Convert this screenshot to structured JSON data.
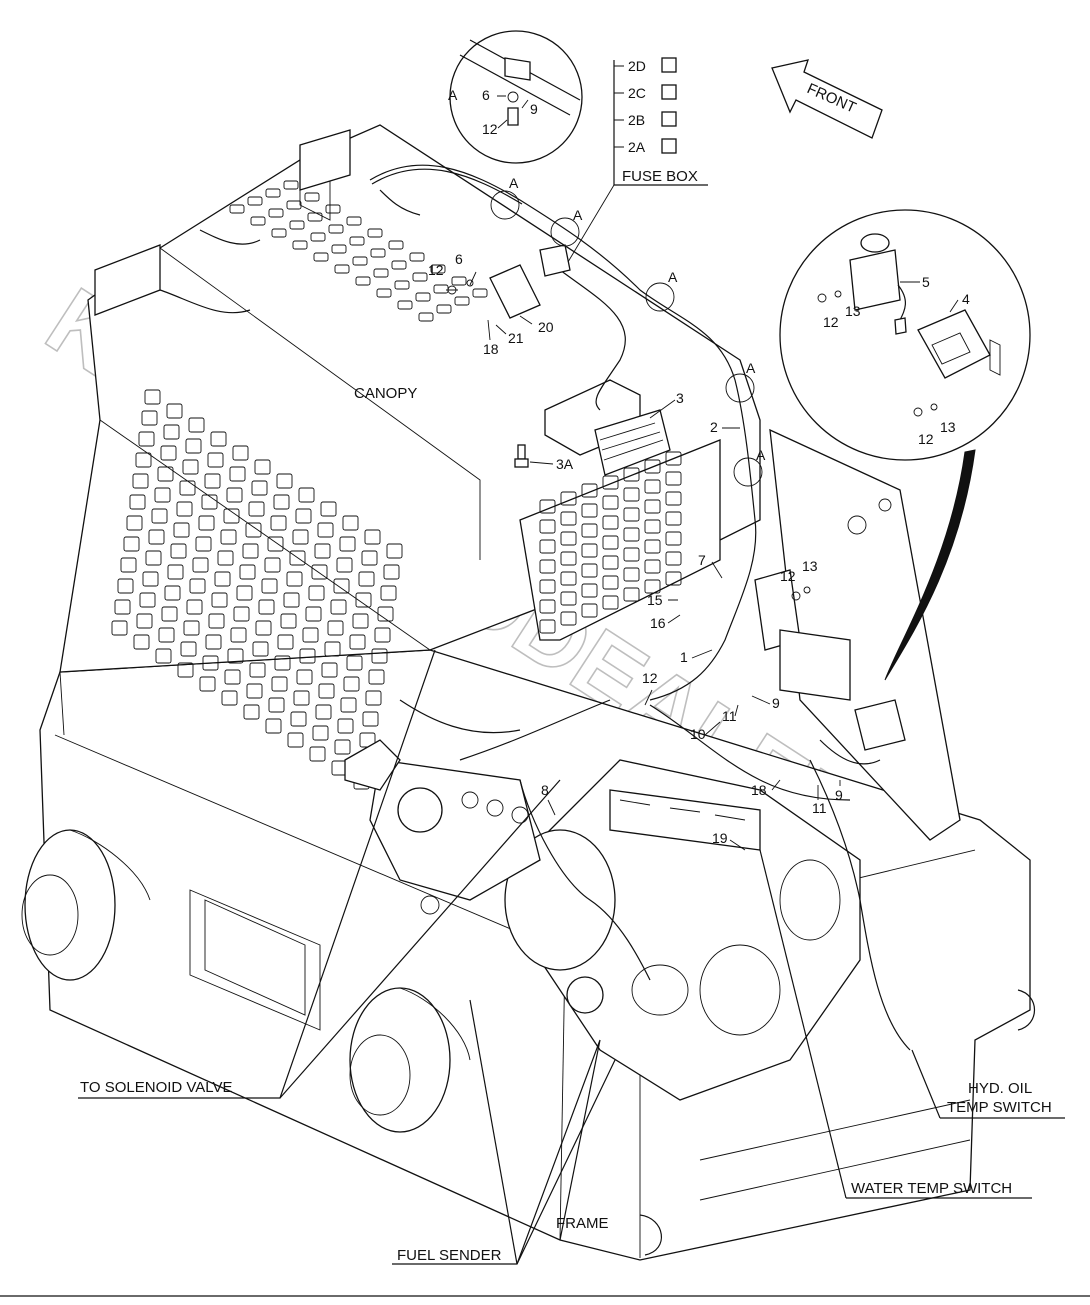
{
  "labels": {
    "canopy": "CANOPY",
    "fuse_box": "FUSE BOX",
    "front": "FRONT",
    "to_solenoid_valve": "TO SOLENOID VALVE",
    "hyd_oil_line1": "HYD. OIL",
    "hyd_oil_line2": "TEMP SWITCH",
    "water_temp_switch": "WATER TEMP SWITCH",
    "frame": "FRAME",
    "fuel_sender": "FUEL SENDER"
  },
  "fuses": [
    "2D",
    "2C",
    "2B",
    "2A"
  ],
  "detail_a": {
    "letter": "A",
    "parts": [
      "6",
      "9",
      "12"
    ]
  },
  "detail_relay": {
    "parts": [
      "5",
      "4",
      "12",
      "13",
      "12",
      "13"
    ]
  },
  "section_marks": [
    "A",
    "A",
    "A",
    "A",
    "A"
  ],
  "part_numbers": {
    "n12a": "12",
    "n6": "6",
    "n20": "20",
    "n21": "21",
    "n18a": "18",
    "n3": "3",
    "n3a": "3A",
    "n2": "2",
    "n7": "7",
    "n15": "15",
    "n16": "16",
    "n12b": "12",
    "n13": "13",
    "n1": "1",
    "n12c": "12",
    "n9a": "9",
    "n11a": "11",
    "n10": "10",
    "n8": "8",
    "n19": "19",
    "n18b": "18",
    "n11b": "11",
    "n9b": "9"
  },
  "watermark": "KCAT-AUTODEALER.RU"
}
